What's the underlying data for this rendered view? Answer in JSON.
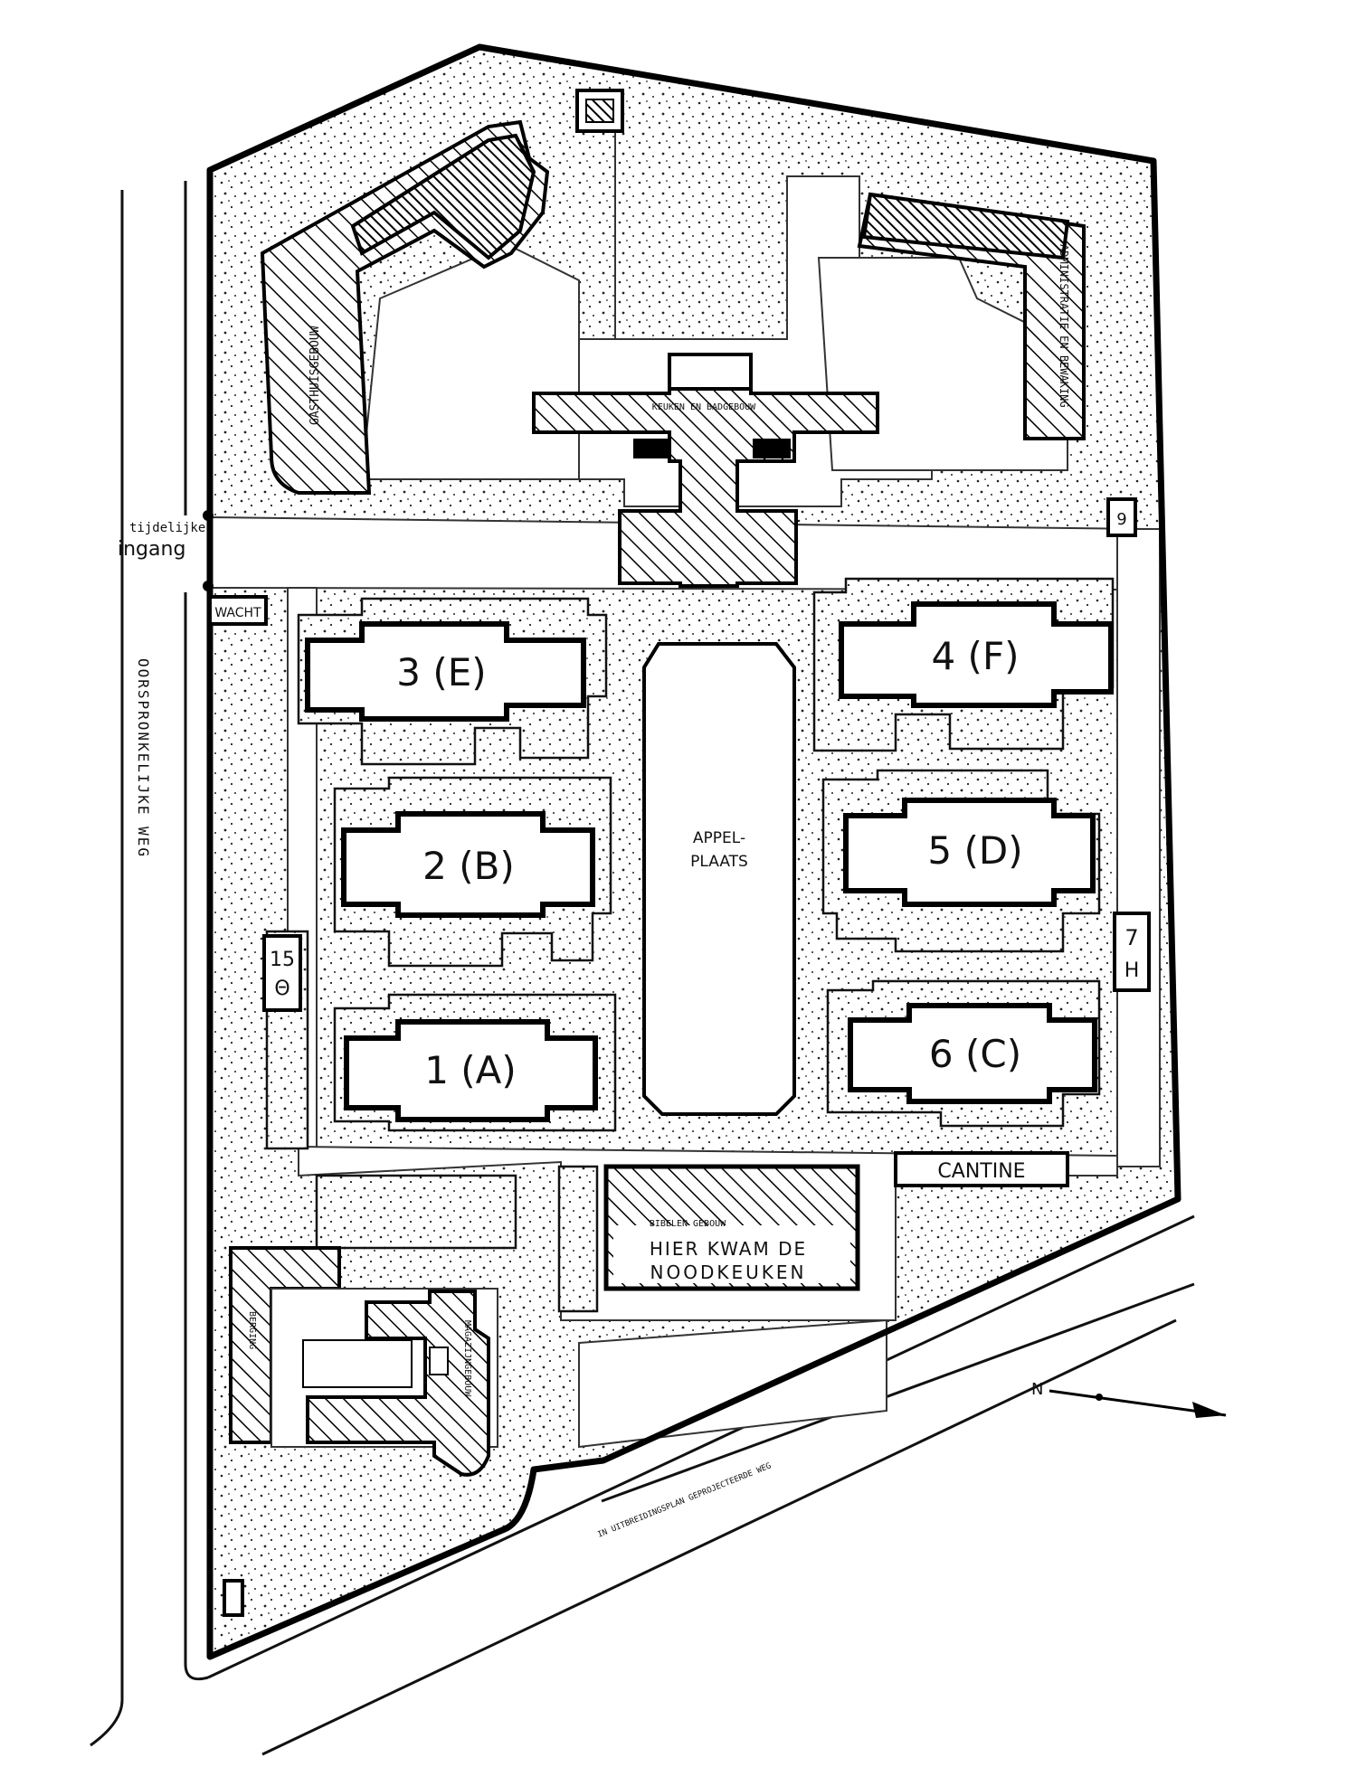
{
  "map": {
    "assembly_square": [
      "APPEL-",
      "PLAATS"
    ],
    "barracks": [
      {
        "label": "1 (A)"
      },
      {
        "label": "2 (B)"
      },
      {
        "label": "3 (E)"
      },
      {
        "label": "4 (F)"
      },
      {
        "label": "5 (D)"
      },
      {
        "label": "6 (C)"
      }
    ],
    "canteen": "CANTINE",
    "guardhouse": "WACHT",
    "emergency_kitchen": {
      "building": "BIBELEN GEBOUW",
      "line1": "HIER KWAM DE",
      "line2": "NOODKEUKEN"
    },
    "kitchen_bathhouse": "KEUKEN EN BADGEBOUW",
    "entrance": {
      "small": "tijdelijke",
      "main": "ingang"
    },
    "road_west": "OORSPRONKELIJKE WEG",
    "road_south": "IN UITBREIDINGSPLAN GEPROJECTEERDE WEG",
    "north": "N",
    "small_buildings": [
      {
        "top": "15",
        "bottom": "Θ"
      },
      {
        "top": "7",
        "bottom": "H"
      },
      {
        "top": "9",
        "bottom": ""
      }
    ],
    "unreadable_labels": [
      "GASTHUISGEBOUW",
      "ADMINISTRATIE EN BEWAKING",
      "BERGING",
      "MAGAZIJNGEBOUW"
    ]
  }
}
